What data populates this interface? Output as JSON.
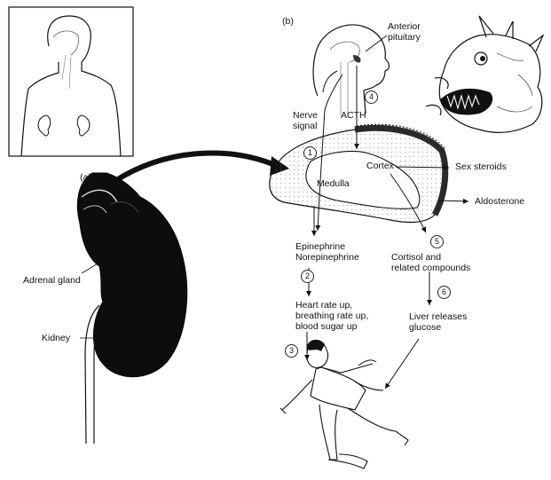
{
  "panels": {
    "a": "(a)",
    "b": "(b)"
  },
  "labels": {
    "anterior_pituitary": [
      "Anterior",
      "pituitary"
    ],
    "nerve_signal": [
      "Nerve",
      "signal"
    ],
    "acth": "ACTH",
    "cortex": "Cortex",
    "medulla": "Medulla",
    "sex_steroids": "Sex steroids",
    "aldosterone": "Aldosterone",
    "epinephrine": [
      "Epinephrine",
      "Norepinephrine"
    ],
    "cortisol": [
      "Cortisol and",
      "related compounds"
    ],
    "heart_rate": [
      "Heart rate up,",
      "breathing rate up,",
      "blood sugar up"
    ],
    "liver": [
      "Liver releases",
      "glucose"
    ],
    "adrenal_gland": "Adrenal gland",
    "kidney": "Kidney"
  },
  "steps": [
    "1",
    "2",
    "3",
    "4",
    "5",
    "6"
  ],
  "colors": {
    "ink": "#111111",
    "organ": "#0d0d0d",
    "cortex_band": "#2a2a2a",
    "paper": "#ffffff"
  }
}
